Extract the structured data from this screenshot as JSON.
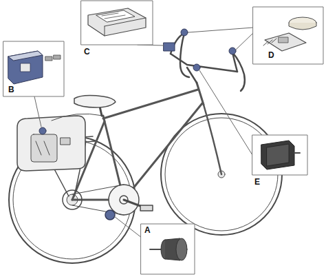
{
  "diagram": {
    "labels": [
      "C",
      "D",
      "B",
      "E",
      "A"
    ]
  }
}
